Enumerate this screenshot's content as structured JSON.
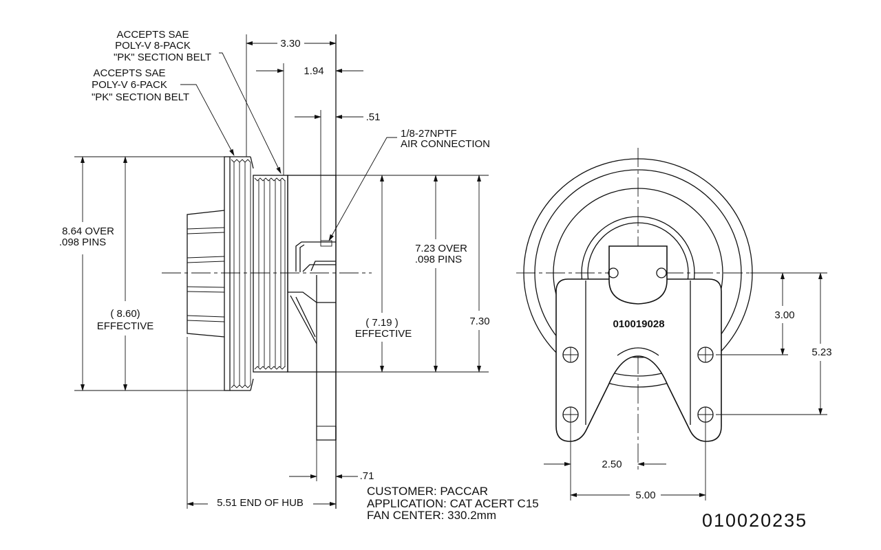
{
  "notes": {
    "belt8": [
      "ACCEPTS SAE",
      "POLY-V  8-PACK",
      "\"PK\" SECTION BELT"
    ],
    "belt6": [
      "ACCEPTS SAE",
      "POLY-V  6-PACK",
      "\"PK\" SECTION BELT"
    ],
    "air": [
      "1/8-27NPTF",
      "AIR CONNECTION"
    ]
  },
  "dimensions": {
    "d330": "3.30",
    "d194": "1.94",
    "d051": ".51",
    "d864": [
      "8.64  OVER",
      ".098  PINS"
    ],
    "d860": [
      "( 8.60)",
      "EFFECTIVE"
    ],
    "d723": [
      "7.23  OVER",
      ".098  PINS"
    ],
    "d719": [
      "( 7.19 )",
      "EFFECTIVE"
    ],
    "d730": "7.30",
    "d071": ".71",
    "d551": "5.51  END  OF  HUB",
    "d300": "3.00",
    "d523": "5.23",
    "d250": "2.50",
    "d500": "5.00"
  },
  "part_number": "010019028",
  "info": {
    "customer": "CUSTOMER: PACCAR",
    "application": "APPLICATION:  CAT ACERT C15",
    "fan_center": "FAN CENTER: 330.2mm"
  },
  "drawing_number": "010020235"
}
